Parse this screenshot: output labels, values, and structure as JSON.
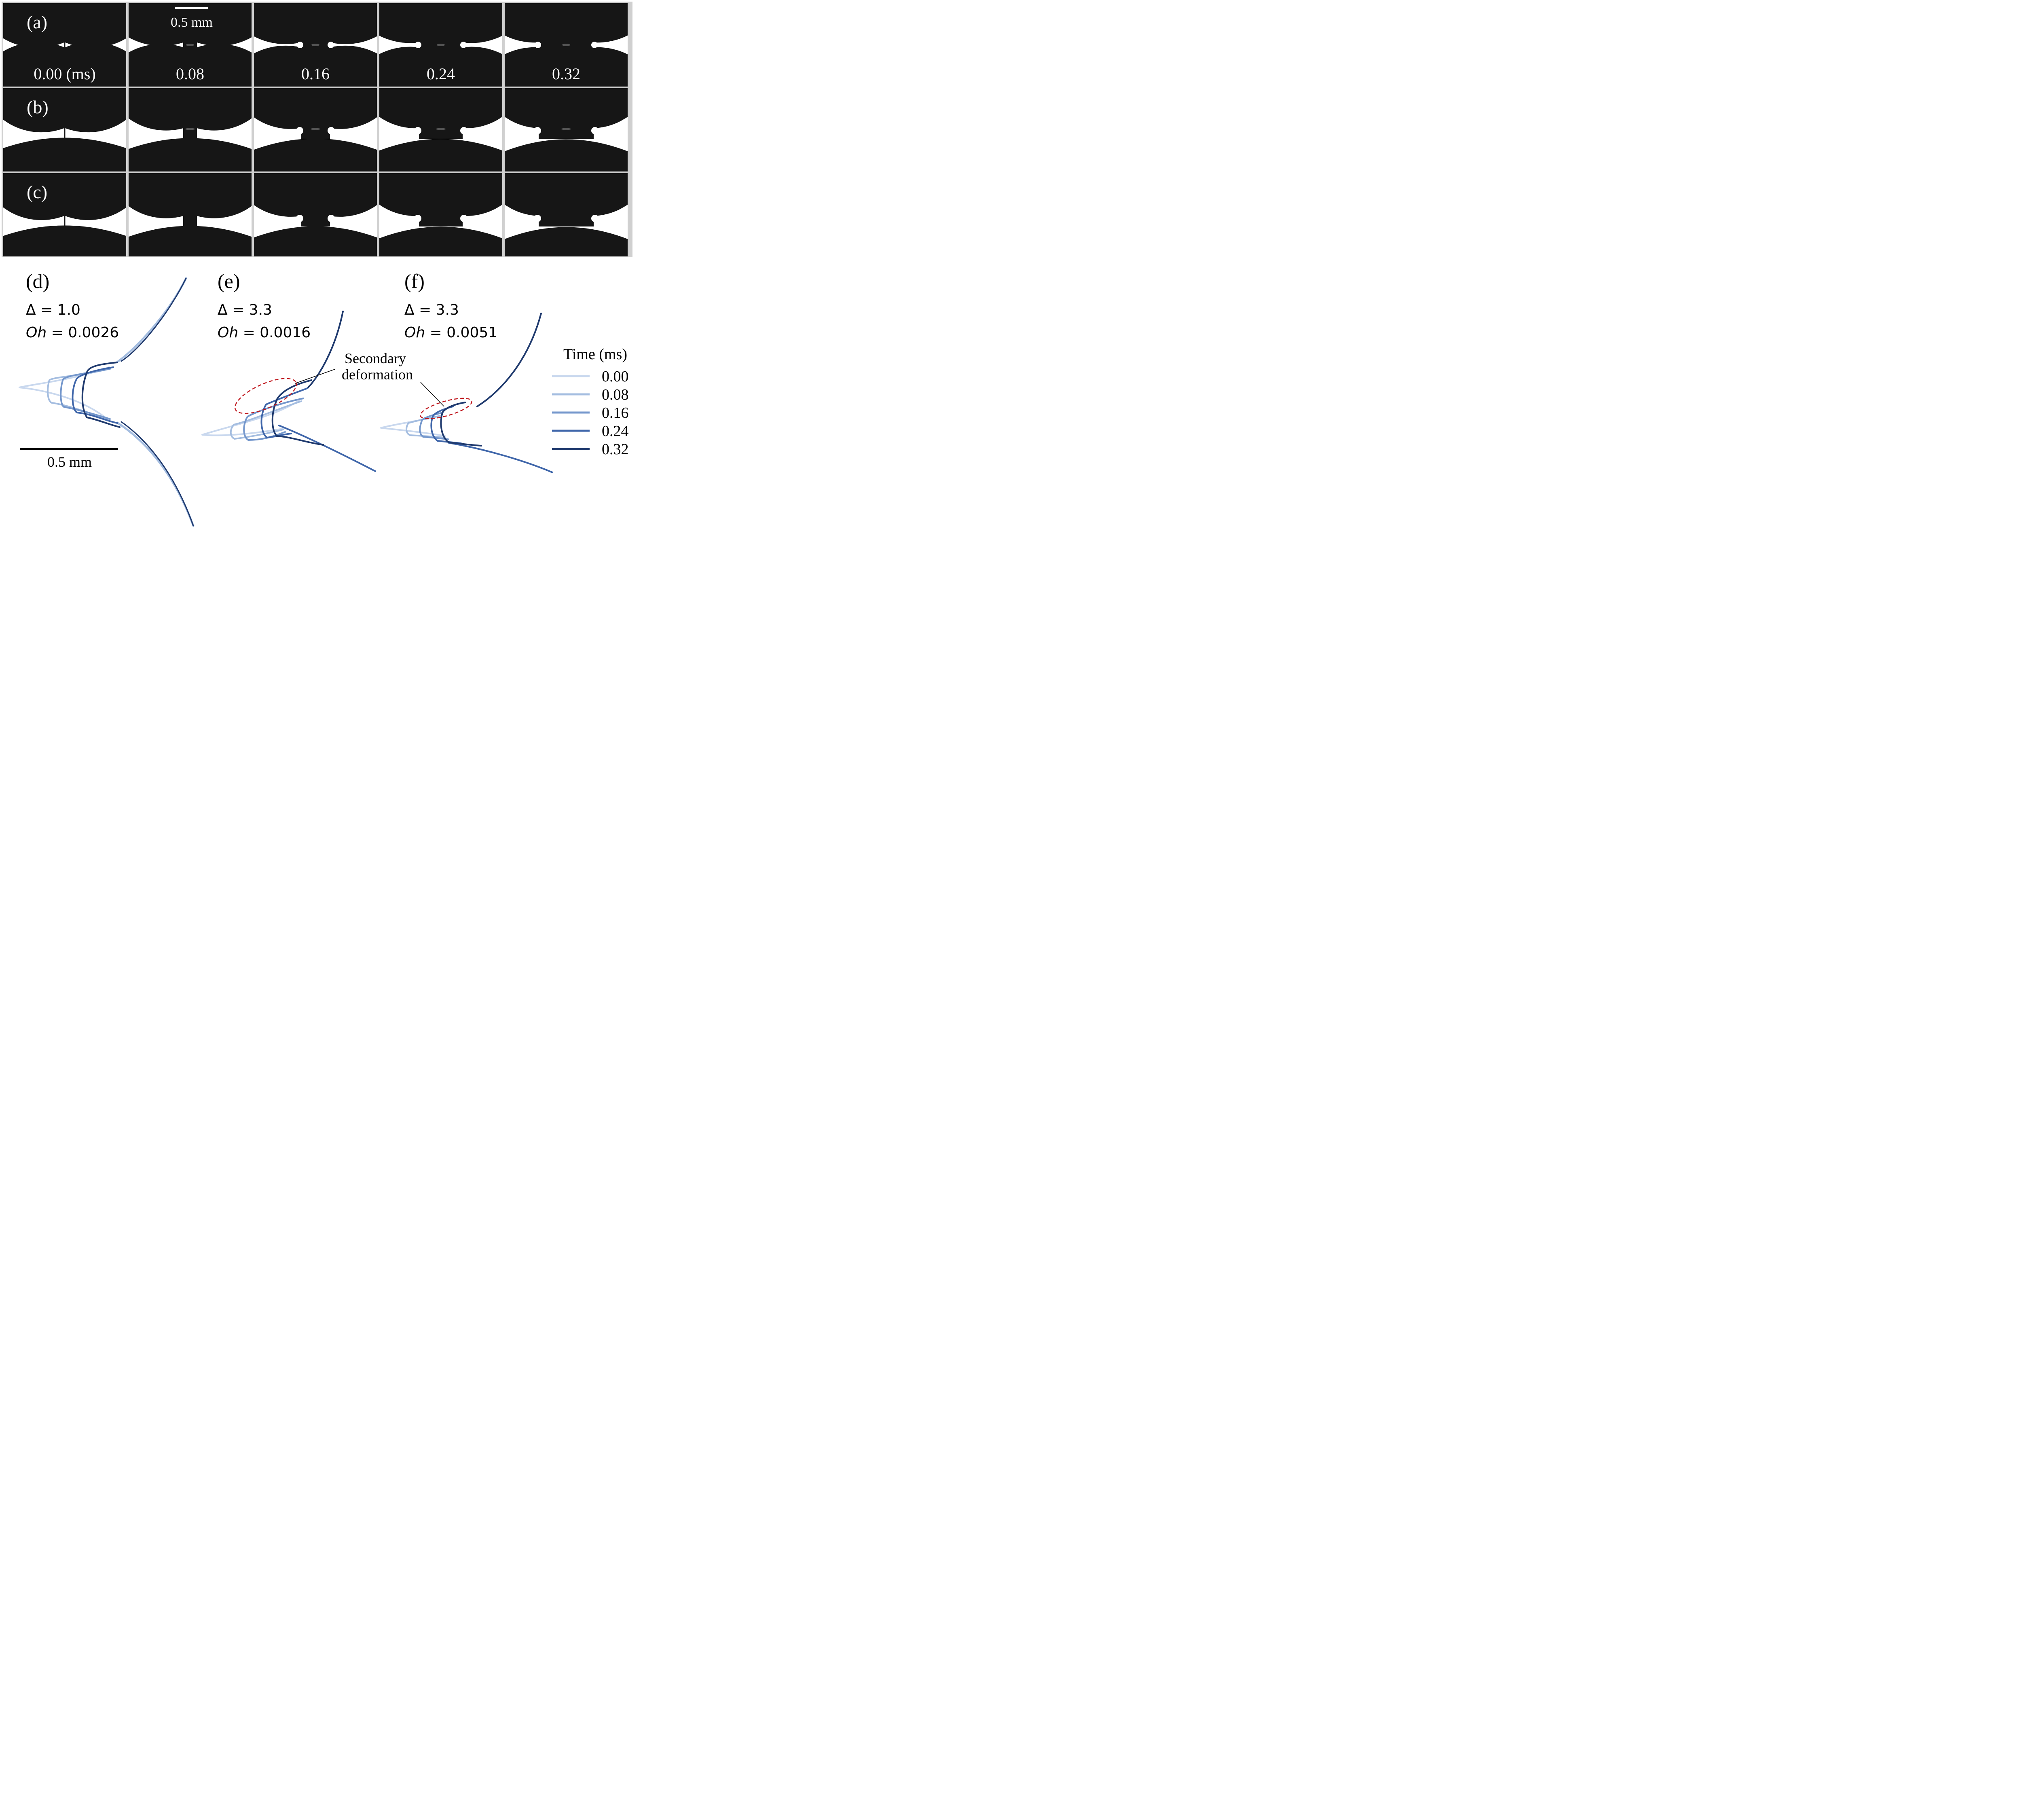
{
  "photo_rows": [
    {
      "label": "(a)",
      "type": "symmetric"
    },
    {
      "label": "(b)",
      "type": "asymmetric"
    },
    {
      "label": "(c)",
      "type": "asymmetric"
    }
  ],
  "time_labels": [
    "0.00 (ms)",
    "0.08",
    "0.16",
    "0.24",
    "0.32"
  ],
  "photo_scale_bar": "0.5 mm",
  "profile_panels": [
    {
      "label": "(d)",
      "delta_text": "Δ = 1.0",
      "oh_symbol": "Oh",
      "oh_value": " = 0.0026"
    },
    {
      "label": "(e)",
      "delta_text": "Δ = 3.3",
      "oh_symbol": "Oh",
      "oh_value": " = 0.0016"
    },
    {
      "label": "(f)",
      "delta_text": "Δ = 3.3",
      "oh_symbol": "Oh",
      "oh_value": " = 0.0051"
    }
  ],
  "profile_scale_bar": "0.5 mm",
  "annotation": {
    "line1": "Secondary",
    "line2": "deformation"
  },
  "legend": {
    "title": "Time (ms)",
    "entries": [
      {
        "label": "0.00",
        "color": "#c9d8ee"
      },
      {
        "label": "0.08",
        "color": "#a4bde0"
      },
      {
        "label": "0.16",
        "color": "#7497cc"
      },
      {
        "label": "0.24",
        "color": "#3f66aa"
      },
      {
        "label": "0.32",
        "color": "#1f3a6e"
      }
    ]
  },
  "colors": {
    "frame_border": "#d0d0d0",
    "drop": "#161616",
    "ellipse": "#c0181e"
  }
}
